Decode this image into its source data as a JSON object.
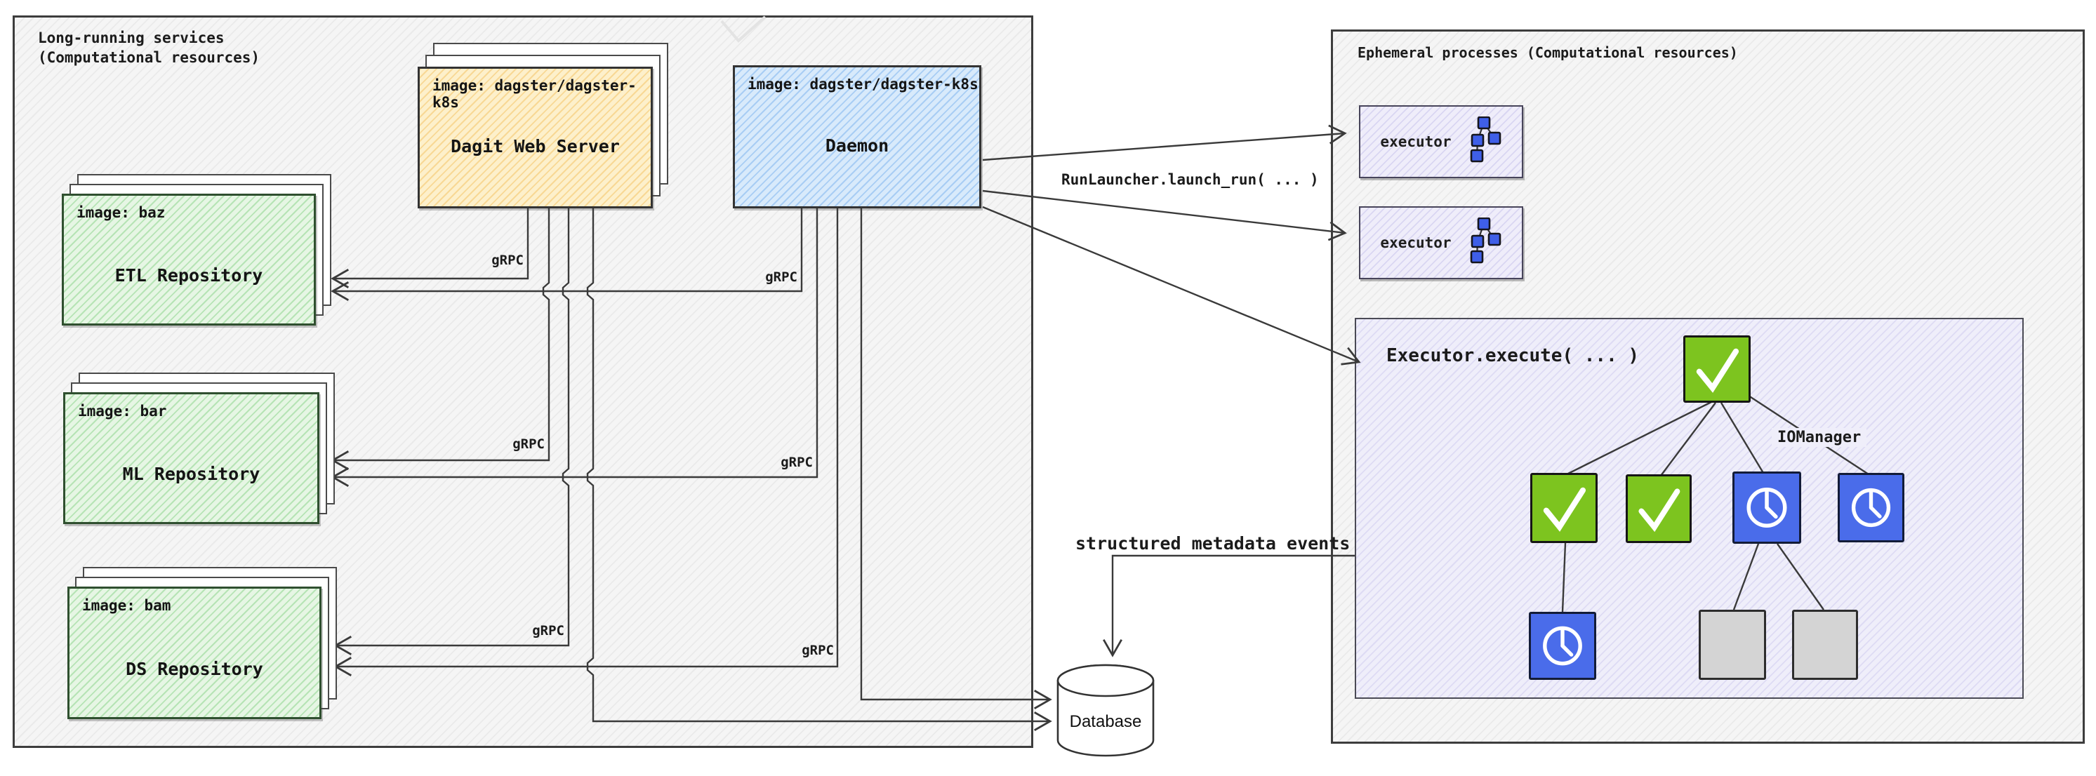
{
  "left_panel": {
    "title": "Long-running services\n(Computational resources)"
  },
  "right_panel": {
    "title": "Ephemeral processes (Computational resources)"
  },
  "dagit": {
    "header": "image: dagster/dagster-k8s",
    "label": "Dagit Web Server"
  },
  "daemon": {
    "header": "image: dagster/dagster-k8s",
    "label": "Daemon"
  },
  "repos": [
    {
      "header": "image: baz",
      "label": "ETL Repository"
    },
    {
      "header": "image: bar",
      "label": "ML Repository"
    },
    {
      "header": "image: bam",
      "label": "DS Repository"
    }
  ],
  "labels": {
    "grpc": "gRPC",
    "run_launcher": "RunLauncher.launch_run( ... )",
    "metadata_events": "structured metadata events",
    "executor_execute": "Executor.execute( ... )",
    "io_manager": "IOManager"
  },
  "executors": [
    {
      "label": "executor",
      "icon": "dag-icon"
    },
    {
      "label": "executor",
      "icon": "dag-icon"
    }
  ],
  "database": {
    "label": "Database"
  },
  "execution_tree": {
    "nodes": [
      {
        "id": "root",
        "icon": "check"
      },
      {
        "id": "check1",
        "icon": "check"
      },
      {
        "id": "check2",
        "icon": "check"
      },
      {
        "id": "clock1",
        "icon": "clock"
      },
      {
        "id": "clock2",
        "icon": "clock"
      },
      {
        "id": "clock3",
        "icon": "clock"
      },
      {
        "id": "empty1",
        "icon": "empty"
      },
      {
        "id": "empty2",
        "icon": "empty"
      }
    ]
  },
  "colors": {
    "success_green": "#7dc41f",
    "pending_blue": "#4a6cea",
    "skipped_gray": "#d4d4d4",
    "dagit_fill": "#fdf0cb",
    "daemon_fill": "#d8eafb",
    "repo_fill": "#e6f6e4",
    "executor_fill": "#efedfa",
    "line": "#3a3a3a"
  }
}
